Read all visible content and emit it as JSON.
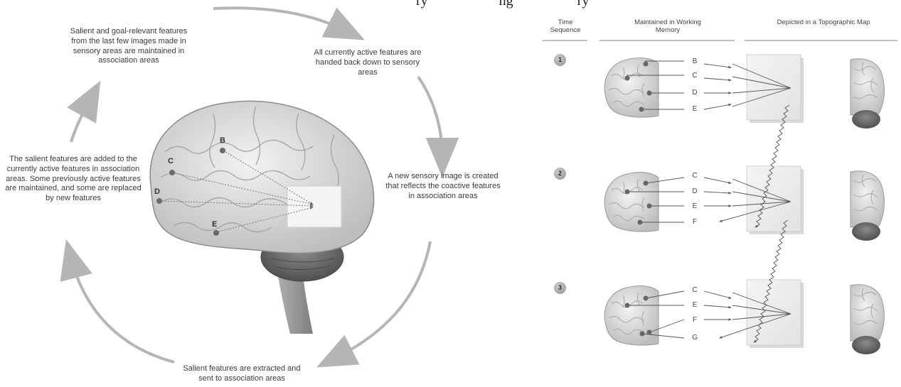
{
  "clip_title": "ry                    ng                  ry",
  "cycle": {
    "steps": {
      "maintained": "Salient and goal-relevant features from the last few images made in sensory areas are maintained in association areas",
      "handed_back": "All currently active features are handed back down to sensory areas",
      "new_image": "A new sensory image is created that reflects the coactive features in association areas",
      "extracted": "Salient features are extracted and sent to association areas",
      "added": "The salient features are added to the currently active features in association areas. Some previously active features are maintained, and some are replaced by new features"
    },
    "brain_letters": [
      "B",
      "C",
      "D",
      "E"
    ]
  },
  "sequence": {
    "headers": {
      "time": "Time Sequence",
      "working_memory": "Maintained in Working Memory",
      "map": "Depicted in a Topographic Map"
    },
    "rows": [
      {
        "step": "1",
        "features": [
          "B",
          "C",
          "D",
          "E"
        ]
      },
      {
        "step": "2",
        "features": [
          "C",
          "D",
          "E",
          "F"
        ]
      },
      {
        "step": "3",
        "features": [
          "C",
          "E",
          "F",
          "G"
        ]
      }
    ]
  },
  "colors": {
    "arrow": "#b5b5b5",
    "brain": "#dcdcdc",
    "cerebellum": "#7a7a7a",
    "text": "#3b3b3b"
  }
}
